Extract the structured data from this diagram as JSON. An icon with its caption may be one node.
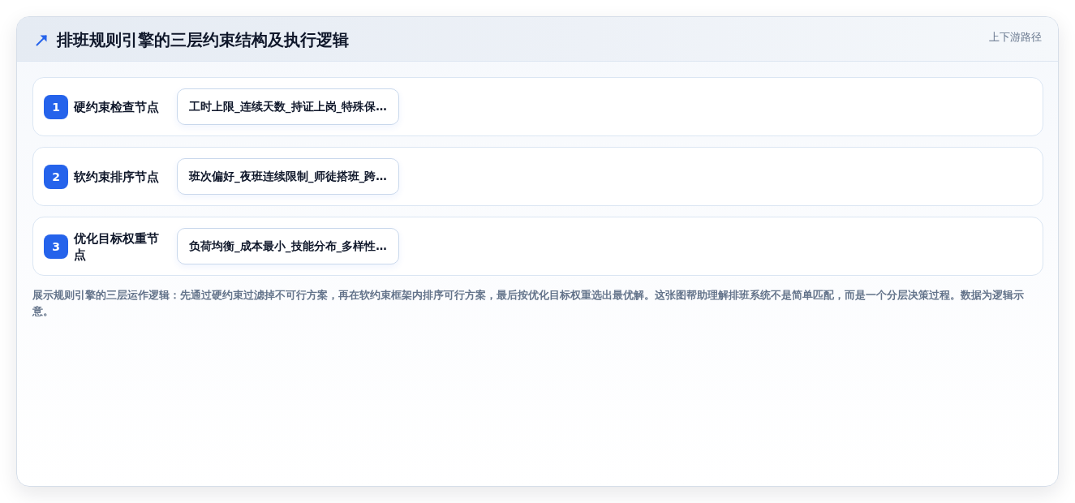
{
  "diagram": {
    "title": "排班规则引擎的三层约束结构及执行逻辑",
    "caption": "展示规则引擎的三层运作逻辑：先通过硬约束过滤掉不可行方案，再在软约束框架内排序可行方案，最后按优化目标权重选出最优解。这张图帮助理解排班系统不是简单匹配，而是一个分层决策过程。数据为逻辑示意。",
    "nodes": [
      {
        "text": [
          "硬约束检查节点"
        ]
      },
      {
        "text": [
          "1"
        ],
        "in": 0
      },
      {
        "text": [
          "工时上限_连续天数_持证上岗_特殊保…"
        ],
        "in": 0
      },
      {
        "text": [
          "软约束排序节点"
        ]
      },
      {
        "text": [
          "2"
        ],
        "in": 3
      },
      {
        "text": [
          "班次偏好_夜班连续限制_师徒搭班_跨…"
        ],
        "in": 3
      },
      {
        "text": [
          "优化目标权重节点"
        ]
      },
      {
        "text": [
          "3"
        ],
        "in": 6
      },
      {
        "text": [
          "负荷均衡_成本最小_技能分布_多样性…"
        ],
        "in": 6
      }
    ],
    "labels": [
      "上下游路径"
    ]
  }
}
